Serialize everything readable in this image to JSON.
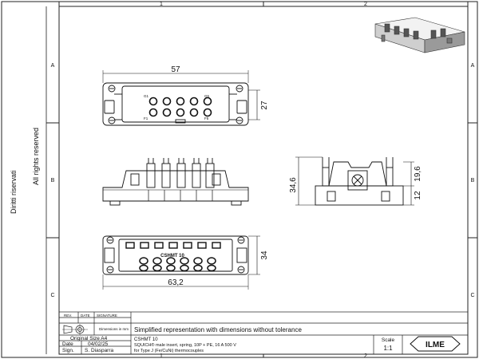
{
  "frame": {
    "col_labels": [
      "1",
      "2"
    ],
    "row_labels": [
      "A",
      "B",
      "C"
    ],
    "side_text_left": "Diritti riservati",
    "side_text_right": "All rights reserved"
  },
  "dimensions": {
    "front_width": "57",
    "front_height": "27",
    "side_height_total": "34,6",
    "side_height_upper": "19,6",
    "side_height_lower": "12",
    "bottom_height": "34",
    "bottom_width": "63,2"
  },
  "pin_labels": {
    "top_left": "G1",
    "top_right": "G5",
    "bottom_left": "F1",
    "bottom_right": "F5"
  },
  "bottom_view_marking": "CSHMT 10",
  "title_block": {
    "rev_headers": [
      "REV.",
      "DATE",
      "SIGNATURE"
    ],
    "dimensions_note": "Dimensions in mm",
    "original_size": "Original Size A4",
    "date_label": "Date",
    "date_value": "04/02/25",
    "sign_label": "Sign.",
    "sign_value": "S. Diasparra",
    "simplified_note": "Simplified representation with dimensions without tolerance",
    "part_code": "CSHMT 10",
    "desc_line1": "SQUICH® male insert, spring, 10P + PE, 16 A 500 V",
    "desc_line2": "for Type J (Fe/CuNi) thermocouples",
    "scale_label": "Scale",
    "scale_value": "1:1",
    "logo_text": "ILME"
  }
}
